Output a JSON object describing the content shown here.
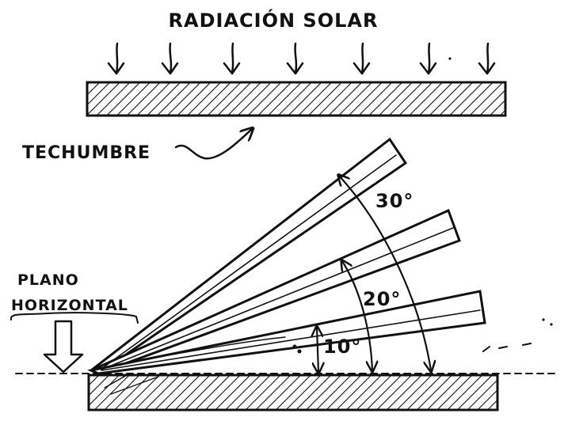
{
  "title": "RADIACIÓN SOLAR",
  "labels": {
    "roof": "TECHUMBRE",
    "plane_line1": "PLANO",
    "plane_line2": "HORIZONTAL"
  },
  "angles": [
    {
      "label": "10°",
      "value": 10
    },
    {
      "label": "20°",
      "value": 20
    },
    {
      "label": "30°",
      "value": 30
    }
  ],
  "colors": {
    "ink": "#111111",
    "paper": "#ffffff"
  }
}
